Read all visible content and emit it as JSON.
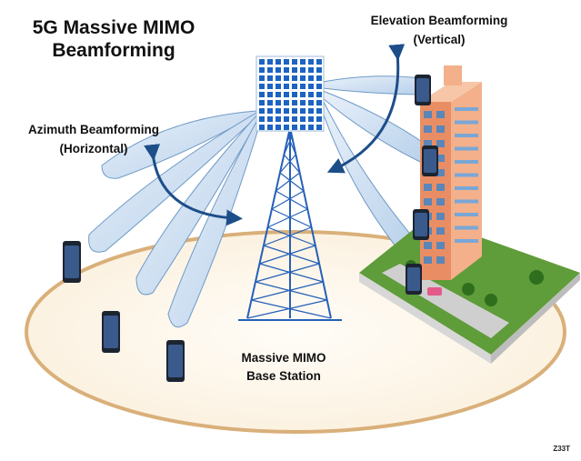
{
  "title_line1": "5G Massive MIMO",
  "title_line2": "Beamforming",
  "azimuth_line1": "Azimuth Beamforming",
  "azimuth_line2": "(Horizontal)",
  "elevation_line1": "Elevation Beamforming",
  "elevation_line2": "(Vertical)",
  "base_station_line1": "Massive MIMO",
  "base_station_line2": "Base Station",
  "watermark": "Z33T",
  "colors": {
    "beam_fill": "#c9dcf0",
    "beam_stroke": "#6f9ac6",
    "arrow": "#1d4e89",
    "antenna": "#1d63c2",
    "tower": "#2560b8",
    "ground_edge": "#d9b07a",
    "building": "#f1a27a",
    "grass": "#5f9c3a"
  },
  "icons": [
    "antenna-array-icon",
    "cell-tower-icon",
    "smartphone-icon",
    "building-icon"
  ]
}
